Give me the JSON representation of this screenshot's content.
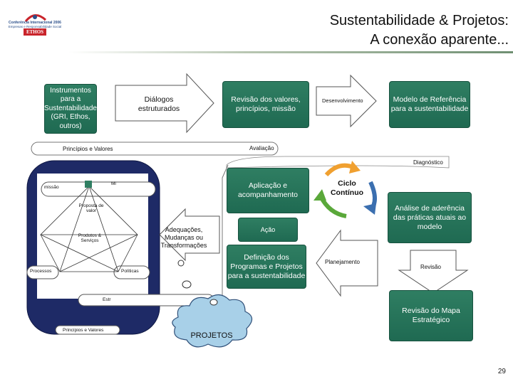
{
  "logo": {
    "line1": "Conferência Internacional 2006",
    "line2": "Empresas e Responsabilidade Social",
    "brand": "ETHOS"
  },
  "title": {
    "line1": "Sustentabilidade & Projetos:",
    "line2": "A conexão aparente..."
  },
  "boxes": {
    "instrumentos": "Instrumentos para a Sustentabilidade (GRI, Ethos, outros)",
    "dialogos": "Diálogos estruturados",
    "revisao_valores": "Revisão dos valores, princípios, missão",
    "desenvolvimento": "Desenvolvimento",
    "modelo": "Modelo de Referência para a sustentabilidade",
    "principios_top": "Princípios e Valores",
    "avaliacao": "Avaliação",
    "diagnostico": "Diagnóstico",
    "aplicacao": "Aplicação e acompanhamento",
    "ciclo": "Ciclo Contínuo",
    "analise": "Análise de aderência das práticas atuais ao modelo",
    "acao": "Ação",
    "adequacoes": "Adequações, Mudanças ou Transformações",
    "definicao": "Definição dos Programas e Projetos para a sustentabilidade",
    "planejamento": "Planejamento",
    "revisao": "Revisão",
    "revisao_mapa": "Revisão do Mapa Estratégico",
    "projetos": "PROJETOS"
  },
  "diagram": {
    "missao": "missão",
    "mi": "Mi",
    "proposta": "Proposta de valor",
    "produtos": "Produtos & Serviços",
    "processos": "Processos",
    "politicas": "Políticas",
    "estr": "Estr",
    "principios_bottom": "Princípios e Valores"
  },
  "page_number": "29",
  "colors": {
    "green": "#24735a",
    "arrow_blue": "#3b6fb0",
    "arrow_orange": "#f0a030",
    "arrow_green": "#5aa83a"
  }
}
